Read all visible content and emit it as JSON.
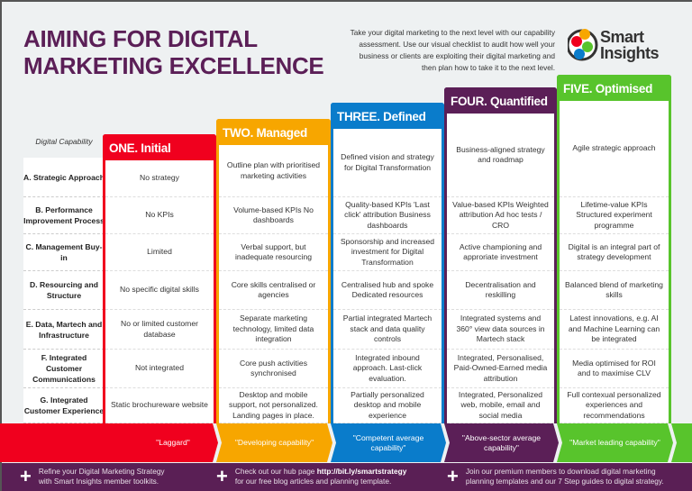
{
  "header": {
    "title_line1": "AIMING FOR DIGITAL",
    "title_line2": "MARKETING EXCELLENCE",
    "intro": "Take your digital marketing to the next level with our capability assessment. Use our visual checklist to audit how well your business or clients are exploiting their digital marketing and then plan how to take it to the next level.",
    "logo_line1": "Smart",
    "logo_line2": "Insights"
  },
  "capability_heading": "Digital Capability",
  "rows": [
    "A. Strategic Approach",
    "B. Performance Improvement Process",
    "C. Management Buy-in",
    "D. Resourcing and Structure",
    "E. Data, Martech and Infrastructure",
    "F. Integrated Customer Communications",
    "G. Integrated Customer Experience"
  ],
  "levels": [
    {
      "title": "ONE. Initial",
      "color": "#f0001e",
      "band": "\"Laggard\"",
      "cells": [
        "No strategy",
        "No KPIs",
        "Limited",
        "No specific digital skills",
        "No or limited customer database",
        "Not integrated",
        "Static brochureware website"
      ]
    },
    {
      "title": "TWO. Managed",
      "color": "#f7a600",
      "band": "\"Developing capability\"",
      "cells": [
        "Outline plan with prioritised marketing activities",
        "Volume-based KPIs No dashboards",
        "Verbal support, but inadequate resourcing",
        "Core skills centralised or agencies",
        "Separate marketing technology, limited data integration",
        "Core push activities synchronised",
        "Desktop and mobile support, not personalized. Landing pages in place."
      ]
    },
    {
      "title": "THREE. Defined",
      "color": "#0a7ccb",
      "band": "\"Competent average capability\"",
      "cells": [
        "Defined vision and strategy for Digital Transformation",
        "Quality-based KPIs 'Last click' attribution Business dashboards",
        "Sponsorship and increased investment for Digital Transformation",
        "Centralised hub and spoke Dedicated resources",
        "Partial integrated Martech stack and data quality controls",
        "Integrated inbound approach. Last-click evaluation.",
        "Partially personalized desktop and mobile experience"
      ]
    },
    {
      "title": "FOUR. Quantified",
      "color": "#5b1f57",
      "band": "\"Above-sector average capability\"",
      "cells": [
        "Business-aligned strategy and roadmap",
        "Value-based KPIs Weighted attribution Ad hoc tests / CRO",
        "Active championing and approriate investment",
        "Decentralisation and reskilling",
        "Integrated systems and 360° view data sources in Martech stack",
        "Integrated, Personalised, Paid-Owned-Earned media attribution",
        "Integrated, Personalized web, mobile, email and social media"
      ]
    },
    {
      "title": "FIVE. Optimised",
      "color": "#58c42c",
      "band": "\"Market leading capability\"",
      "cells": [
        "Agile strategic approach",
        "Lifetime-value KPIs Structured experiment programme",
        "Digital is an integral part of strategy development",
        "Balanced blend of marketing skills",
        "Latest innovations, e.g. AI and Machine Learning can be integrated",
        "Media optimised for ROI and to maximise CLV",
        "Full contexual personalized experiences and recommendations"
      ]
    }
  ],
  "footer": [
    {
      "text1": "Refine your Digital Marketing Strategy",
      "text2": "with Smart Insights member toolkits."
    },
    {
      "text1": "Check out our hub page ",
      "link": "http://bit.ly/smartstrategy",
      "text2": "for our free blog articles and planning template."
    },
    {
      "text1": "Join our premium members to download digital marketing",
      "text2": "planning templates and our 7 Step guides to digital strategy."
    }
  ]
}
